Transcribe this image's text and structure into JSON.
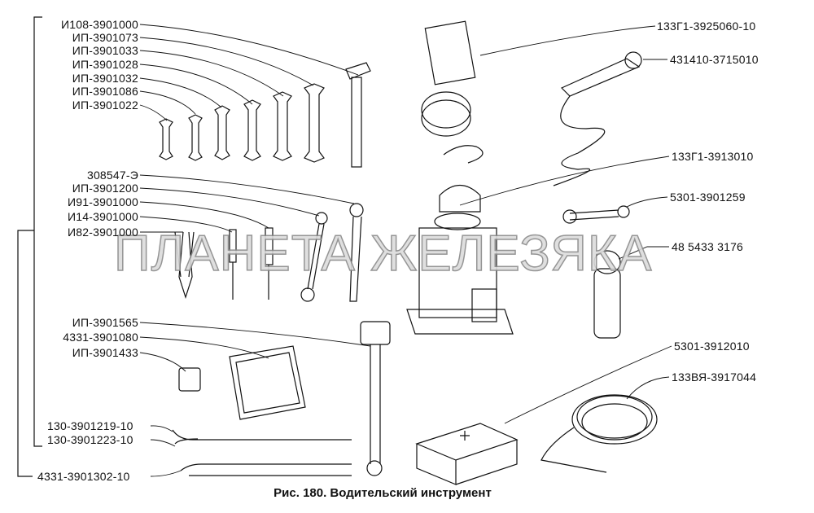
{
  "left_labels": [
    "И108-3901000",
    "ИП-3901073",
    "ИП-3901033",
    "ИП-3901028",
    "ИП-3901032",
    "ИП-3901086",
    "ИП-3901022",
    "308547-Э",
    "ИП-3901200",
    "И91-3901000",
    "И14-3901000",
    "И82-3901000",
    "ИП-3901565",
    "4331-3901080",
    "ИП-3901433",
    "130-3901219-10",
    "130-3901223-10",
    "4331-3901302-10"
  ],
  "right_labels": [
    "133Г1-3925060-10",
    "431410-3715010",
    "133Г1-3913010",
    "5301-3901259",
    "48 5433 3176",
    "5301-3912010",
    "133ВЯ-3917044"
  ],
  "caption": "Рис. 180. Водительский инструмент",
  "watermark": "ПЛАНЕТА ЖЕЛЕЗЯКА"
}
